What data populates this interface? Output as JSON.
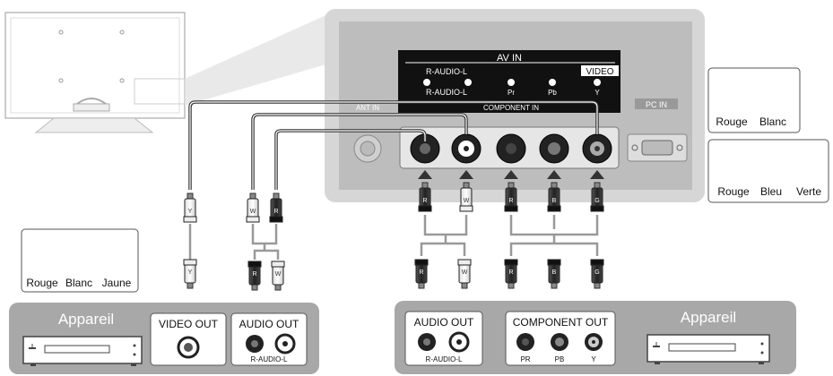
{
  "tv_panel": {
    "av_in_title": "AV IN",
    "video_label": "VIDEO",
    "audio_row_top": "R-AUDIO-L",
    "audio_row_bottom": "R-AUDIO-L",
    "jack_labels": [
      "Pr",
      "Pb",
      "Y"
    ],
    "ant_in_label": "ANT IN",
    "component_in_label": "COMPONENT IN",
    "pc_in_label": "PC IN"
  },
  "legend_right_top": {
    "items": [
      "Rouge",
      "Blanc"
    ]
  },
  "legend_right_bottom": {
    "items": [
      "Rouge",
      "Bleu",
      "Verte"
    ]
  },
  "legend_left": {
    "items": [
      "Rouge",
      "Blanc",
      "Jaune"
    ]
  },
  "device_left": {
    "title": "Appareil",
    "video_out_label": "VIDEO OUT",
    "audio_out_label": "AUDIO OUT",
    "audio_sub_label": "R-AUDIO-L"
  },
  "device_right": {
    "title": "Appareil",
    "audio_out_label": "AUDIO OUT",
    "audio_sub_label": "R-AUDIO-L",
    "component_out_label": "COMPONENT OUT",
    "component_jacks": [
      "PR",
      "PB",
      "Y"
    ]
  },
  "plug_letters": {
    "red": "R",
    "white": "W",
    "yellow": "Y",
    "blue": "B",
    "green": "G"
  },
  "colors": {
    "panel": "#d6d6d6",
    "tv_inner": "#bdbdbd",
    "device_bar": "#a8a8a8",
    "cable": "#333333"
  }
}
